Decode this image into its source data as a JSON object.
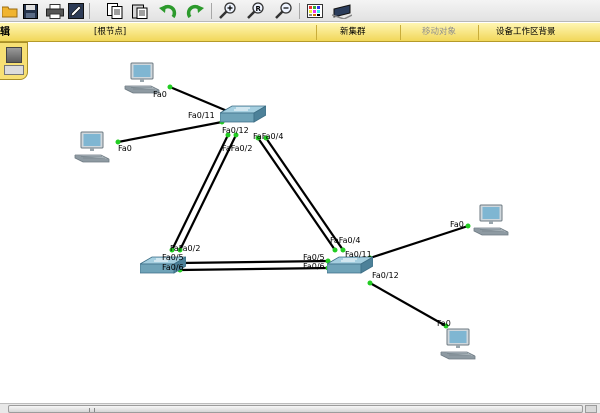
{
  "toolbar": {
    "buttons": [
      {
        "name": "open-button",
        "icon": "folder-icon"
      },
      {
        "name": "save-button",
        "icon": "floppy-icon"
      },
      {
        "name": "print-button",
        "icon": "printer-icon"
      },
      {
        "name": "activity-wizard-button",
        "icon": "pencil-icon"
      },
      {
        "name": "copy-button",
        "icon": "copy-icon"
      },
      {
        "name": "paste-button",
        "icon": "paste-icon"
      },
      {
        "name": "undo-button",
        "icon": "undo-icon"
      },
      {
        "name": "redo-button",
        "icon": "redo-icon"
      },
      {
        "name": "zoom-in-button",
        "icon": "zoom-in-icon"
      },
      {
        "name": "zoom-reset-button",
        "icon": "zoom-reset-icon"
      },
      {
        "name": "zoom-out-button",
        "icon": "zoom-out-icon"
      },
      {
        "name": "palette-button",
        "icon": "palette-icon"
      },
      {
        "name": "custom-device-button",
        "icon": "device-icon"
      }
    ]
  },
  "navbar": {
    "left_label": "辑",
    "root_label": "[根节点]",
    "new_cluster": "新集群",
    "move_object": "移动对象",
    "set_background": "设备工作区背景"
  },
  "colors": {
    "link": "#000000",
    "port_up": "#22cc22",
    "nav_bar": "#f1d75a",
    "switch_body": "#6fa3b8"
  },
  "topology": {
    "devices": [
      {
        "id": "pc-top-left",
        "type": "pc"
      },
      {
        "id": "pc-mid-left",
        "type": "pc"
      },
      {
        "id": "pc-right-top",
        "type": "pc"
      },
      {
        "id": "pc-right-bottom",
        "type": "pc"
      },
      {
        "id": "switch-top",
        "type": "switch"
      },
      {
        "id": "switch-left",
        "type": "switch"
      },
      {
        "id": "switch-right",
        "type": "switch"
      }
    ],
    "labels": {
      "pc_top_left_fa0": "Fa0",
      "sw_top_fa011": "Fa0/11",
      "pc_mid_left_fa0": "Fa0",
      "sw_top_fa012": "Fa0/12",
      "sw_top_fa04": "FaFa0/4",
      "sw_top_fa02": "FaFa0/2",
      "sw_left_fa02": "FaFa0/2",
      "sw_left_fa05": "Fa0/5",
      "sw_left_fa06": "Fa0/6",
      "sw_right_fa04": "FaFa0/4",
      "sw_right_fa011": "Fa0/11",
      "sw_right_fa05": "Fa0/5",
      "sw_right_fa06": "Fa0/6",
      "sw_right_fa012": "Fa0/12",
      "pc_right_top_fa0": "Fa0",
      "pc_right_bottom_fa0": "Fa0"
    }
  }
}
